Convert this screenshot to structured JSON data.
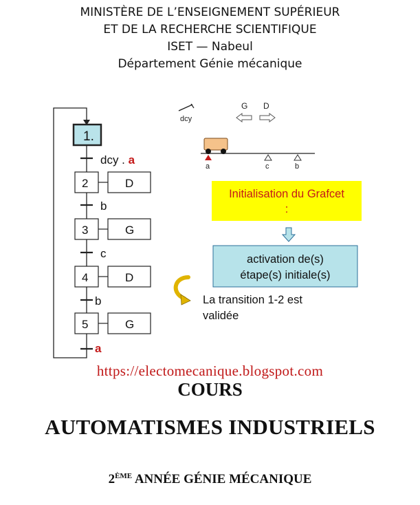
{
  "header": {
    "line1": "MINISTÈRE DE L’ENSEIGNEMENT SUPÉRIEUR",
    "line2": "ET DE LA RECHERCHE SCIENTIFIQUE",
    "line3": "ISET — Nabeul",
    "line4": "Département Génie mécanique"
  },
  "grafcet": {
    "steps": [
      {
        "number": "1",
        "action": ""
      },
      {
        "number": "2",
        "action": "D"
      },
      {
        "number": "3",
        "action": "G"
      },
      {
        "number": "4",
        "action": "D"
      },
      {
        "number": "5",
        "action": "G"
      }
    ],
    "initial_step_mark": "1.",
    "transitions": [
      {
        "receptivity": "dcy . ",
        "highlight": "a"
      },
      {
        "receptivity": "b",
        "highlight": ""
      },
      {
        "receptivity": "c",
        "highlight": ""
      },
      {
        "receptivity": "b",
        "highlight": ""
      },
      {
        "receptivity": "",
        "highlight": "a"
      }
    ]
  },
  "schematic": {
    "switch_label": "dcy",
    "left_dir": "G",
    "right_dir": "D",
    "sensors": [
      "a",
      "c",
      "b"
    ]
  },
  "callouts": {
    "init_line1": "Initialisation du Grafcet",
    "init_line2": ":",
    "activation_line1": "activation de(s)",
    "activation_line2": "étape(s) initiale(s)",
    "transition_line1": "La transition 1-2 est",
    "transition_line2": "validée"
  },
  "colors": {
    "yellow_box": "#ffff00",
    "cyan_box": "#b7e3ea",
    "red": "#c41a1a",
    "step1_fill": "#b9e3ea",
    "cart": "#f5c28a",
    "arrow_gold": "#e0b400"
  },
  "url": "https://electomecanique.blogspot.com",
  "cours": "COURS",
  "title": "AUTOMATISMES INDUSTRIELS",
  "year": {
    "prefix": "2",
    "sup": "ÈME",
    "rest": " ANNÉE GÉNIE MÉCANIQUE"
  }
}
